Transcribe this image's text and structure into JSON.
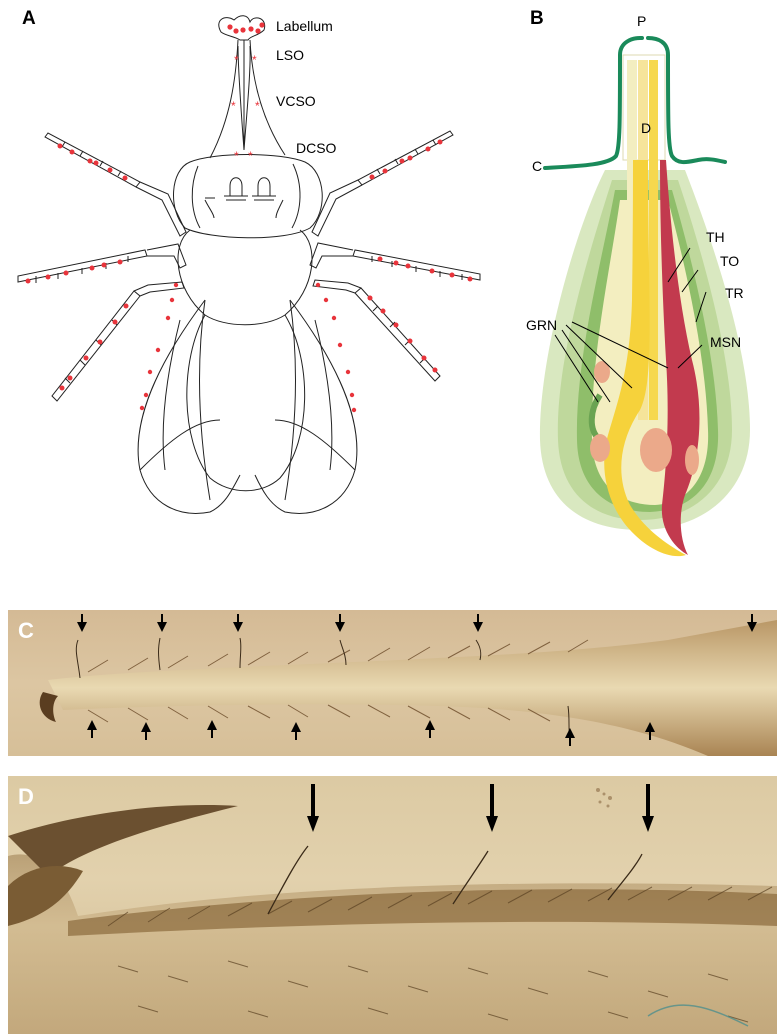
{
  "panels": {
    "a": {
      "letter": "A",
      "labels": {
        "labellum": "Labellum",
        "lso": "LSO",
        "vcso": "VCSO",
        "dcso": "DCSO"
      }
    },
    "b": {
      "letter": "B",
      "labels": {
        "p": "P",
        "d": "D",
        "c": "C",
        "th": "TH",
        "to": "TO",
        "tr": "TR",
        "grn": "GRN",
        "msn": "MSN"
      }
    },
    "c": {
      "letter": "C"
    },
    "d": {
      "letter": "D"
    }
  },
  "colors": {
    "marker": "#e8343b",
    "cuticle_green": "#1a8a5a",
    "light_green": "#cfe3b0",
    "mid_green": "#a9cb7e",
    "dark_green": "#6aa352",
    "pale_yellow": "#f6efb5",
    "grn_yellow": "#f6d23b",
    "msn_red": "#c23a4e",
    "nucleus": "#eba98a",
    "photo_c_bg": "#d9c09a",
    "photo_d_bg": "#dcc79e"
  }
}
